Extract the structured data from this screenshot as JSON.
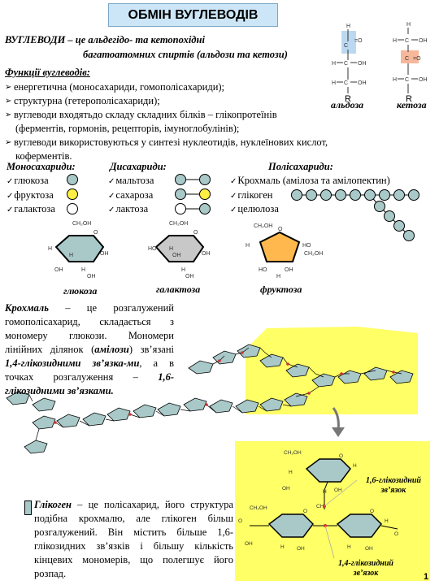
{
  "title": "ОБМІН ВУГЛЕВОДІВ",
  "definition": {
    "line1": "ВУГЛЕВОДИ – це альдегідо-  та кетопохідні",
    "line2": "багатоатомних спиртів (альдози та кетози)"
  },
  "structures": {
    "aldose_label": "альдоза",
    "ketose_label": "кетоза",
    "r": "R"
  },
  "functions": {
    "heading": "Функції  вуглеводів:",
    "items": [
      "енергетична (моносахариди, гомополісахариди);",
      "структурна (гетерополісахариди);",
      "вуглеводи  входятьдо складу  складних білків – глікопротеїнів",
      "вуглеводи  використовуються у синтезі нуклеотидів, нуклеїнових кислот,"
    ],
    "continuation_3": "(ферментів, гормонів, рецепторів, імуноглобулінів);",
    "continuation_4": "коферментів."
  },
  "mono": {
    "heading": "Моносахариди:",
    "items": [
      "глюкоза",
      "фруктоза",
      "галактоза"
    ]
  },
  "di": {
    "heading": "Дисахариди:",
    "items": [
      "мальтоза",
      "сахароза",
      "лактоза"
    ]
  },
  "poly": {
    "heading": "Полісахариди:",
    "items": [
      "Крохмаль (амілоза та амілопектин)",
      "глікоген",
      "целюлоза"
    ]
  },
  "ring_labels": [
    "глюкоза",
    "галактоза",
    "фруктоза"
  ],
  "starch": {
    "term": "Крохмаль",
    "text_a": " – це розгалужений гомополісахарид, складається з мономеру глюкози. Мономери лінійних ділянок (",
    "amylose": "амілози",
    "text_b": ") зв’язані ",
    "bond14": "1,4-глікозидними зв’язка-ми",
    "text_c": ", а в точках розгалуження – ",
    "bond16": "1,6-глікозидними зв’язками."
  },
  "glycogen": {
    "term": "Глікоген",
    "text": " – це полісахарид, його структура подібна крохмалю, але глікоген більш розгалужений. Він містить більше 1,6-глікозидних зв’язків і більшу кількість кінцевих мономерів, що полегшує його  розпад."
  },
  "bond_labels": {
    "b16": "1,6-глікозидний зв’язок",
    "b14": "1,4-глікозидний зв’язок"
  },
  "page_number": "1",
  "colors": {
    "title_bg": "#cce6f7",
    "glucose_ring": "#a9c9c9",
    "fructose_ring": "#ffb84d",
    "highlight": "#ffff66",
    "mono_fructose": "#ffee44",
    "mono_glucose": "#a9c9c9"
  }
}
